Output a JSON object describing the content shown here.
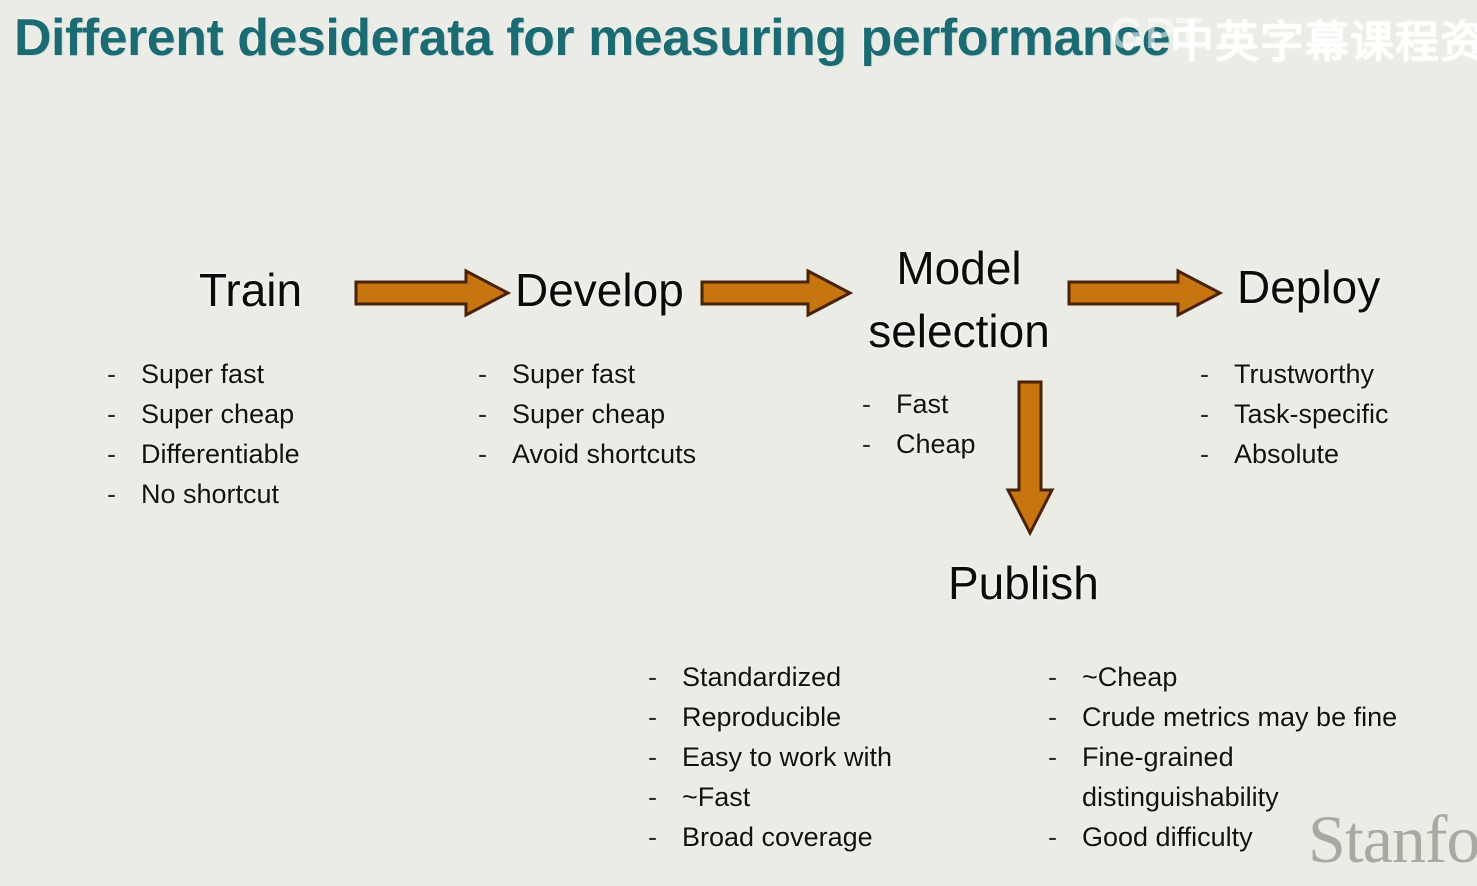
{
  "slide": {
    "title": "Different desiderata for measuring performance",
    "background_color": "#ecece6",
    "title_color": "#1c6a72",
    "accent_color": "#c77510",
    "accent_outline_color": "#5d2e0a"
  },
  "watermarks": {
    "chinese": "中英字幕课程资",
    "gpt": "GPT",
    "stanford": "Stanfo"
  },
  "stages": {
    "train": {
      "heading": "Train",
      "bullets": [
        "Super fast",
        "Super cheap",
        "Differentiable",
        "No shortcut"
      ]
    },
    "develop": {
      "heading": "Develop",
      "bullets": [
        "Super fast",
        "Super cheap",
        "Avoid shortcuts"
      ]
    },
    "model_selection": {
      "heading": "Model selection",
      "bullets": [
        "Fast",
        "Cheap"
      ]
    },
    "deploy": {
      "heading": "Deploy",
      "bullets": [
        "Trustworthy",
        "Task-specific",
        "Absolute"
      ]
    },
    "publish": {
      "heading": "Publish",
      "bullets_left": [
        "Standardized",
        "Reproducible",
        "Easy to work with",
        "~Fast",
        "Broad coverage"
      ],
      "bullets_right": [
        "~Cheap",
        "Crude metrics may be fine",
        "Fine-grained\ndistinguishability",
        "Good difficulty"
      ]
    }
  },
  "bullet_marker": "-",
  "flow": {
    "arrow_train_to_develop": "arrow-right",
    "arrow_develop_to_model_selection": "arrow-right",
    "arrow_model_selection_to_deploy": "arrow-right",
    "arrow_model_selection_to_publish": "arrow-down"
  }
}
